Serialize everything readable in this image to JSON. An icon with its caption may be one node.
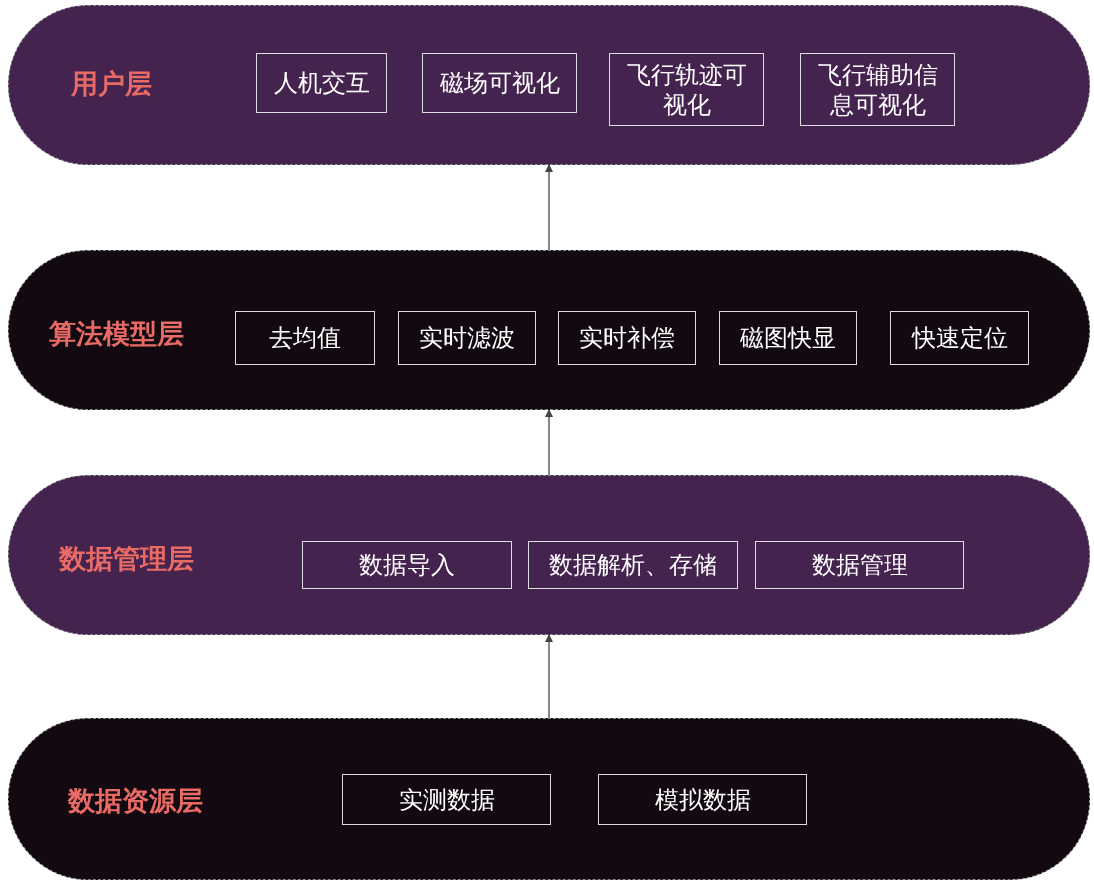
{
  "diagram": {
    "nodes": [
      {
        "text": [
          "用户层"
        ]
      },
      {
        "text": [
          "人机交互"
        ],
        "in": 0
      },
      {
        "text": [
          "磁场可视化"
        ],
        "in": 0
      },
      {
        "text": [
          "飞行轨迹可视化"
        ],
        "in": 0
      },
      {
        "text": [
          "飞行辅助信息可视化"
        ],
        "in": 0
      },
      {
        "text": [
          "算法模型层"
        ]
      },
      {
        "text": [
          "去均值"
        ],
        "in": 5
      },
      {
        "text": [
          "实时滤波"
        ],
        "in": 5
      },
      {
        "text": [
          "实时补偿"
        ],
        "in": 5
      },
      {
        "text": [
          "磁图快显"
        ],
        "in": 5
      },
      {
        "text": [
          "快速定位"
        ],
        "in": 5
      },
      {
        "text": [
          "数据管理层"
        ]
      },
      {
        "text": [
          "数据导入"
        ],
        "in": 11
      },
      {
        "text": [
          "数据解析、存储"
        ],
        "in": 11
      },
      {
        "text": [
          "数据管理"
        ],
        "in": 11
      },
      {
        "text": [
          "数据资源层"
        ]
      },
      {
        "text": [
          "实测数据"
        ],
        "in": 15
      },
      {
        "text": [
          "模拟数据"
        ],
        "in": 15
      }
    ],
    "edges": [
      {
        "from": 5,
        "to": 0,
        "arrow": "to"
      },
      {
        "from": 11,
        "to": 5,
        "arrow": "to"
      },
      {
        "from": 15,
        "to": 11,
        "arrow": "to"
      }
    ]
  }
}
